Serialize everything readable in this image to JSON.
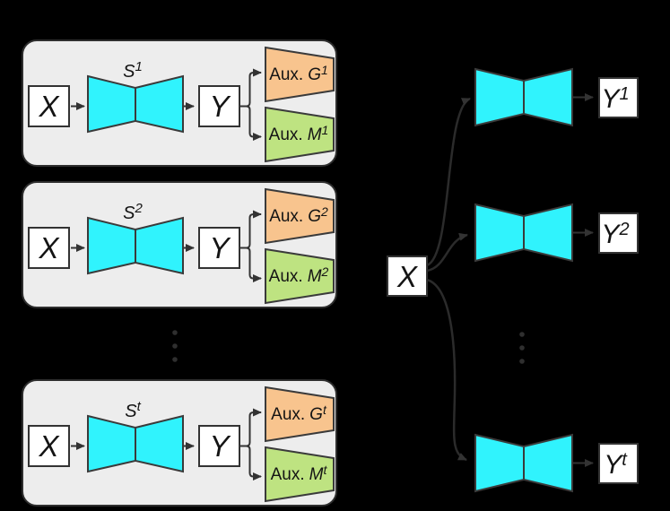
{
  "figure": {
    "colors": {
      "background": "#000000",
      "panel_fill": "#EDEDED",
      "network_fill": "#30F3FD",
      "aux_g_fill": "#F8C48E",
      "aux_m_fill": "#BEE381",
      "box_fill": "#FFFFFF",
      "stroke": "#333333"
    },
    "left_panels": [
      {
        "input": "X",
        "net": {
          "letter": "S",
          "sup": "1"
        },
        "output": "Y",
        "aux_g": {
          "prefix": "Aux.",
          "letter": "G",
          "sup": "1"
        },
        "aux_m": {
          "prefix": "Aux.",
          "letter": "M",
          "sup": "1"
        }
      },
      {
        "input": "X",
        "net": {
          "letter": "S",
          "sup": "2"
        },
        "output": "Y",
        "aux_g": {
          "prefix": "Aux.",
          "letter": "G",
          "sup": "2"
        },
        "aux_m": {
          "prefix": "Aux.",
          "letter": "M",
          "sup": "2"
        }
      },
      {
        "input": "X",
        "net": {
          "letter": "S",
          "sup": "t"
        },
        "output": "Y",
        "aux_g": {
          "prefix": "Aux.",
          "letter": "G",
          "sup": "t"
        },
        "aux_m": {
          "prefix": "Aux.",
          "letter": "M",
          "sup": "t"
        }
      }
    ],
    "right": {
      "input": "X",
      "branches": [
        {
          "output": {
            "letter": "Y",
            "sup": "1"
          }
        },
        {
          "output": {
            "letter": "Y",
            "sup": "2"
          }
        },
        {
          "output": {
            "letter": "Y",
            "sup": "t"
          }
        }
      ]
    }
  }
}
